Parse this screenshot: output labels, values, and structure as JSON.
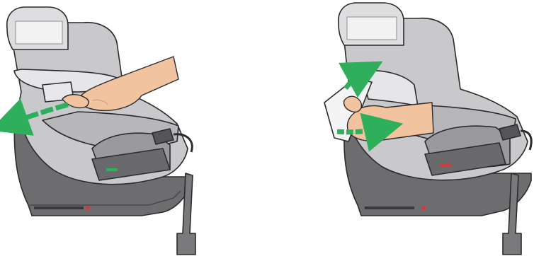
{
  "panels": [
    {
      "id": "left",
      "step": "press-release-tab",
      "arrow_direction": "backward-left"
    },
    {
      "id": "right",
      "step": "pull-recline-lever",
      "arrow_direction": "up-and-out"
    }
  ],
  "indicators": {
    "left": "green",
    "right": "red"
  },
  "colors": {
    "shell": "#c9c9cb",
    "shell_light": "#dedee0",
    "shell_dark": "#8e8e91",
    "base": "#6d6d70",
    "base_dark": "#4a4a4d",
    "outline": "#2b2b2d",
    "skin": "#f1c39e",
    "skin_shadow": "#d9a47c",
    "arrow": "#2fae5c",
    "indicator_green": "#2fb35a",
    "indicator_red": "#d23a3a"
  }
}
